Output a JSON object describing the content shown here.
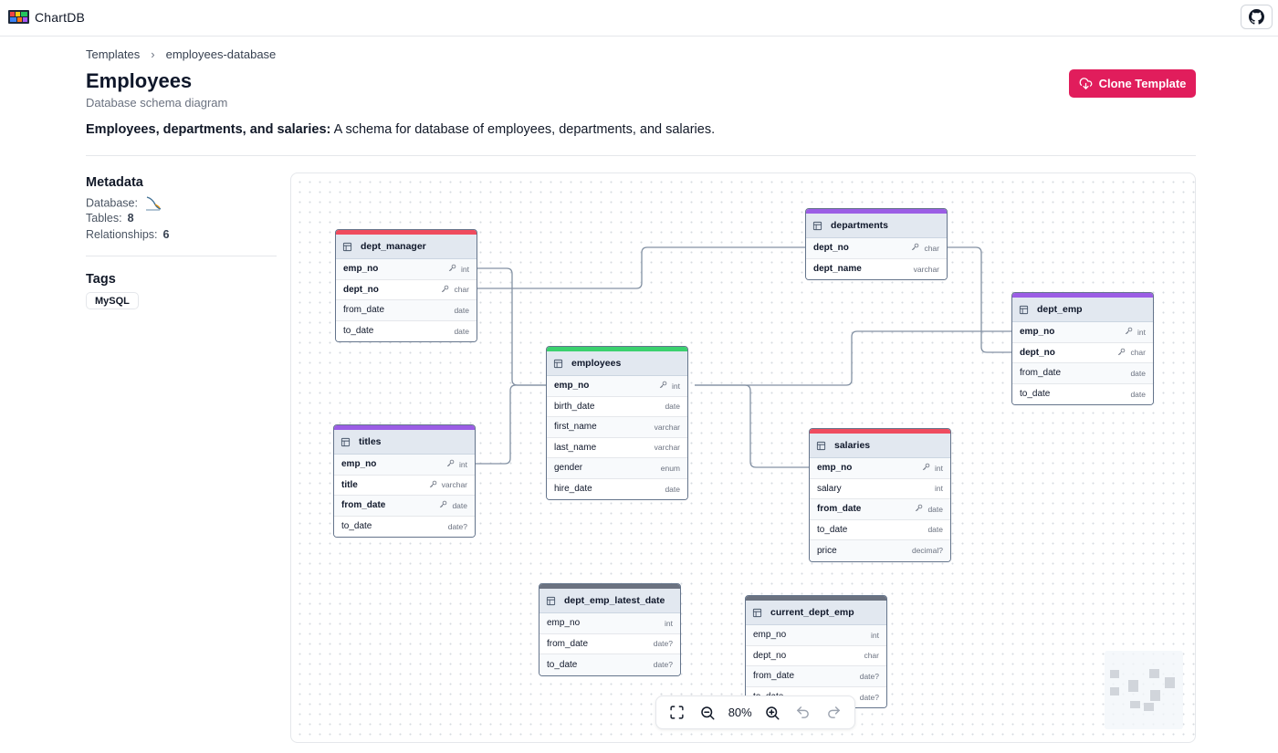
{
  "app": {
    "name": "ChartDB"
  },
  "breadcrumb": {
    "root": "Templates",
    "current": "employees-database"
  },
  "page": {
    "title": "Employees",
    "subtitle": "Database schema diagram",
    "clone_label": "Clone Template",
    "description_bold": "Employees, departments, and salaries:",
    "description_rest": " A schema for database of employees, departments, and salaries."
  },
  "metadata": {
    "title": "Metadata",
    "database_label": "Database:",
    "tables_label": "Tables:",
    "tables_count": "8",
    "relationships_label": "Relationships:",
    "relationships_count": "6"
  },
  "tags": {
    "title": "Tags",
    "items": [
      "MySQL"
    ]
  },
  "zoom": {
    "level": "80%"
  },
  "colors": {
    "accent": "#e11d5c",
    "red_table": "#ef4b5e",
    "purple_table": "#9b5de5",
    "green_table": "#3bd16f",
    "gray_table": "#6b7280"
  },
  "tables": {
    "dept_manager": {
      "name": "dept_manager",
      "fields": [
        {
          "name": "emp_no",
          "type": "int"
        },
        {
          "name": "dept_no",
          "type": "char"
        },
        {
          "name": "from_date",
          "type": "date"
        },
        {
          "name": "to_date",
          "type": "date"
        }
      ]
    },
    "departments": {
      "name": "departments",
      "fields": [
        {
          "name": "dept_no",
          "type": "char"
        },
        {
          "name": "dept_name",
          "type": "varchar"
        }
      ]
    },
    "dept_emp": {
      "name": "dept_emp",
      "fields": [
        {
          "name": "emp_no",
          "type": "int"
        },
        {
          "name": "dept_no",
          "type": "char"
        },
        {
          "name": "from_date",
          "type": "date"
        },
        {
          "name": "to_date",
          "type": "date"
        }
      ]
    },
    "employees": {
      "name": "employees",
      "fields": [
        {
          "name": "emp_no",
          "type": "int"
        },
        {
          "name": "birth_date",
          "type": "date"
        },
        {
          "name": "first_name",
          "type": "varchar"
        },
        {
          "name": "last_name",
          "type": "varchar"
        },
        {
          "name": "gender",
          "type": "enum"
        },
        {
          "name": "hire_date",
          "type": "date"
        }
      ]
    },
    "titles": {
      "name": "titles",
      "fields": [
        {
          "name": "emp_no",
          "type": "int"
        },
        {
          "name": "title",
          "type": "varchar"
        },
        {
          "name": "from_date",
          "type": "date"
        },
        {
          "name": "to_date",
          "type": "date?"
        }
      ]
    },
    "salaries": {
      "name": "salaries",
      "fields": [
        {
          "name": "emp_no",
          "type": "int"
        },
        {
          "name": "salary",
          "type": "int"
        },
        {
          "name": "from_date",
          "type": "date"
        },
        {
          "name": "to_date",
          "type": "date"
        },
        {
          "name": "price",
          "type": "decimal?"
        }
      ]
    },
    "dept_emp_latest_date": {
      "name": "dept_emp_latest_date",
      "fields": [
        {
          "name": "emp_no",
          "type": "int"
        },
        {
          "name": "from_date",
          "type": "date?"
        },
        {
          "name": "to_date",
          "type": "date?"
        }
      ]
    },
    "current_dept_emp": {
      "name": "current_dept_emp",
      "fields": [
        {
          "name": "emp_no",
          "type": "int"
        },
        {
          "name": "dept_no",
          "type": "char"
        },
        {
          "name": "from_date",
          "type": "date?"
        },
        {
          "name": "to_date",
          "type": "date?"
        }
      ]
    }
  }
}
